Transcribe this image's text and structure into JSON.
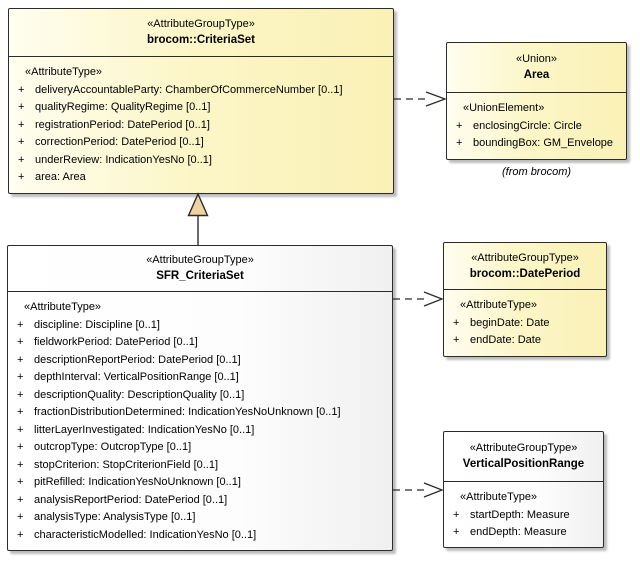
{
  "diagram_type": "uml-class-diagram",
  "classes": {
    "criteria_set": {
      "stereotype": "«AttributeGroupType»",
      "name": "brocom::CriteriaSet",
      "attr_header": "«AttributeType»",
      "attributes": [
        {
          "vis": "+",
          "text": "deliveryAccountableParty: ChamberOfCommerceNumber [0..1]"
        },
        {
          "vis": "+",
          "text": "qualityRegime: QualityRegime [0..1]"
        },
        {
          "vis": "+",
          "text": "registrationPeriod: DatePeriod [0..1]"
        },
        {
          "vis": "+",
          "text": "correctionPeriod: DatePeriod [0..1]"
        },
        {
          "vis": "+",
          "text": "underReview: IndicationYesNo [0..1]"
        },
        {
          "vis": "+",
          "text": "area: Area"
        }
      ]
    },
    "area": {
      "stereotype": "«Union»",
      "name": "Area",
      "attr_header": "«UnionElement»",
      "attributes": [
        {
          "vis": "+",
          "text": "enclosingCircle: Circle"
        },
        {
          "vis": "+",
          "text": "boundingBox: GM_Envelope"
        }
      ],
      "note": "(from brocom)"
    },
    "sfr_criteria_set": {
      "stereotype": "«AttributeGroupType»",
      "name": "SFR_CriteriaSet",
      "attr_header": "«AttributeType»",
      "attributes": [
        {
          "vis": "+",
          "text": "discipline: Discipline [0..1]"
        },
        {
          "vis": "+",
          "text": "fieldworkPeriod: DatePeriod [0..1]"
        },
        {
          "vis": "+",
          "text": "descriptionReportPeriod: DatePeriod [0..1]"
        },
        {
          "vis": "+",
          "text": "depthInterval: VerticalPositionRange [0..1]"
        },
        {
          "vis": "+",
          "text": "descriptionQuality: DescriptionQuality [0..1]"
        },
        {
          "vis": "+",
          "text": "fractionDistributionDetermined: IndicationYesNoUnknown [0..1]"
        },
        {
          "vis": "+",
          "text": "litterLayerInvestigated: IndicationYesNo [0..1]"
        },
        {
          "vis": "+",
          "text": "outcropType: OutcropType [0..1]"
        },
        {
          "vis": "+",
          "text": "stopCriterion: StopCriterionField [0..1]"
        },
        {
          "vis": "+",
          "text": "pitRefilled: IndicationYesNoUnknown [0..1]"
        },
        {
          "vis": "+",
          "text": "analysisReportPeriod: DatePeriod [0..1]"
        },
        {
          "vis": "+",
          "text": "analysisType: AnalysisType [0..1]"
        },
        {
          "vis": "+",
          "text": "characteristicModelled: IndicationYesNo [0..1]"
        }
      ]
    },
    "date_period": {
      "stereotype": "«AttributeGroupType»",
      "name": "brocom::DatePeriod",
      "attr_header": "«AttributeType»",
      "attributes": [
        {
          "vis": "+",
          "text": "beginDate: Date"
        },
        {
          "vis": "+",
          "text": "endDate: Date"
        }
      ]
    },
    "vertical_position_range": {
      "stereotype": "«AttributeGroupType»",
      "name": "VerticalPositionRange",
      "attr_header": "«AttributeType»",
      "attributes": [
        {
          "vis": "+",
          "text": "startDepth: Measure"
        },
        {
          "vis": "+",
          "text": "endDepth: Measure"
        }
      ]
    }
  },
  "colors": {
    "class_fill_yellow": "#FBF3BC",
    "class_fill_white": "#FFFFFF",
    "border": "#2B2B2B",
    "shadow": "#BDBDBD",
    "generalization_triangle_fill": "#EFD3A2",
    "background": "#FFFFFF"
  }
}
